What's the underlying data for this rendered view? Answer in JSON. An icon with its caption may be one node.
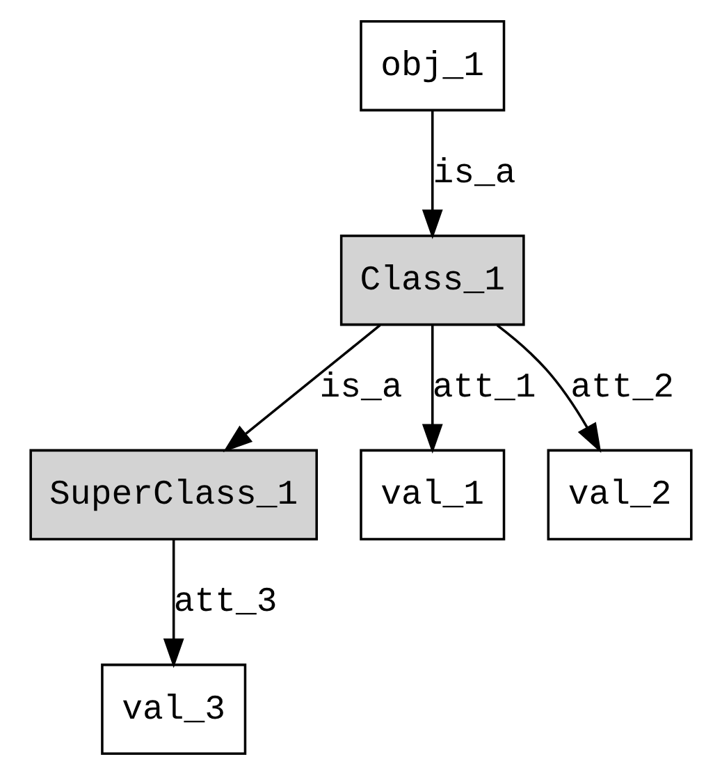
{
  "diagram": {
    "nodes": [
      {
        "text": [
          "obj_1"
        ]
      },
      {
        "text": [
          "Class_1"
        ]
      },
      {
        "text": [
          "SuperClass_1"
        ]
      },
      {
        "text": [
          "val_1"
        ]
      },
      {
        "text": [
          "val_2"
        ]
      },
      {
        "text": [
          "val_3"
        ]
      }
    ],
    "edges": [
      {
        "from": 0,
        "to": 1,
        "arrow": "to",
        "label": "is_a"
      },
      {
        "from": 1,
        "to": 2,
        "arrow": "to",
        "label": "is_a"
      },
      {
        "from": 1,
        "to": 3,
        "arrow": "to",
        "label": "att_1"
      },
      {
        "from": 1,
        "to": 4,
        "arrow": "to",
        "label": "att_2"
      },
      {
        "from": 2,
        "to": 5,
        "arrow": "to",
        "label": "att_3"
      }
    ]
  }
}
